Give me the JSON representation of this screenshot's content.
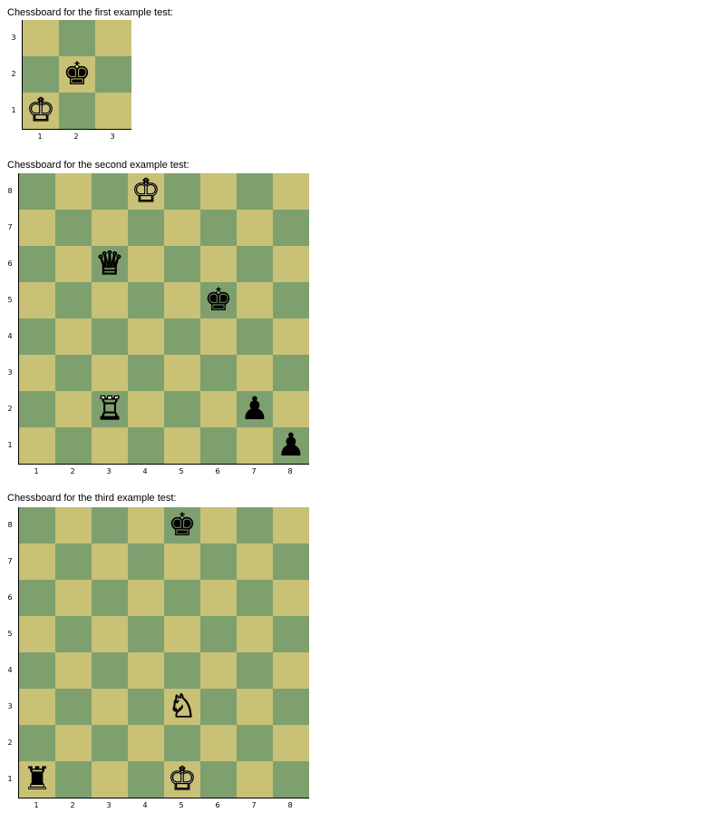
{
  "boards": [
    {
      "caption": "Chessboard for the first example test:",
      "size": 3,
      "ranks": [
        "3",
        "2",
        "1"
      ],
      "files": [
        "1",
        "2",
        "3"
      ],
      "pieces": [
        {
          "file": 2,
          "rank": 2,
          "piece": "king",
          "color": "black",
          "glyph": "♚"
        },
        {
          "file": 1,
          "rank": 1,
          "piece": "king",
          "color": "white",
          "glyph": "♔"
        }
      ]
    },
    {
      "caption": "Chessboard for the second example test:",
      "size": 8,
      "ranks": [
        "8",
        "7",
        "6",
        "5",
        "4",
        "3",
        "2",
        "1"
      ],
      "files": [
        "1",
        "2",
        "3",
        "4",
        "5",
        "6",
        "7",
        "8"
      ],
      "pieces": [
        {
          "file": 4,
          "rank": 8,
          "piece": "king",
          "color": "white",
          "glyph": "♔"
        },
        {
          "file": 3,
          "rank": 6,
          "piece": "queen",
          "color": "white",
          "glyph": "♕"
        },
        {
          "file": 6,
          "rank": 5,
          "piece": "king",
          "color": "black",
          "glyph": "♚"
        },
        {
          "file": 3,
          "rank": 2,
          "piece": "rook",
          "color": "white",
          "glyph": "♖"
        },
        {
          "file": 7,
          "rank": 2,
          "piece": "pawn",
          "color": "black",
          "glyph": "♟"
        },
        {
          "file": 8,
          "rank": 1,
          "piece": "pawn",
          "color": "black",
          "glyph": "♟"
        }
      ]
    },
    {
      "caption": "Chessboard for the third example test:",
      "size": 8,
      "ranks": [
        "8",
        "7",
        "6",
        "5",
        "4",
        "3",
        "2",
        "1"
      ],
      "files": [
        "1",
        "2",
        "3",
        "4",
        "5",
        "6",
        "7",
        "8"
      ],
      "pieces": [
        {
          "file": 5,
          "rank": 8,
          "piece": "king",
          "color": "black",
          "glyph": "♚"
        },
        {
          "file": 5,
          "rank": 3,
          "piece": "knight",
          "color": "white",
          "glyph": "♘"
        },
        {
          "file": 1,
          "rank": 1,
          "piece": "rook",
          "color": "black",
          "glyph": "♜"
        },
        {
          "file": 5,
          "rank": 1,
          "piece": "king",
          "color": "white",
          "glyph": "♔"
        }
      ]
    }
  ],
  "colors": {
    "light_square": "#c8c176",
    "dark_square": "#7ea06f"
  }
}
